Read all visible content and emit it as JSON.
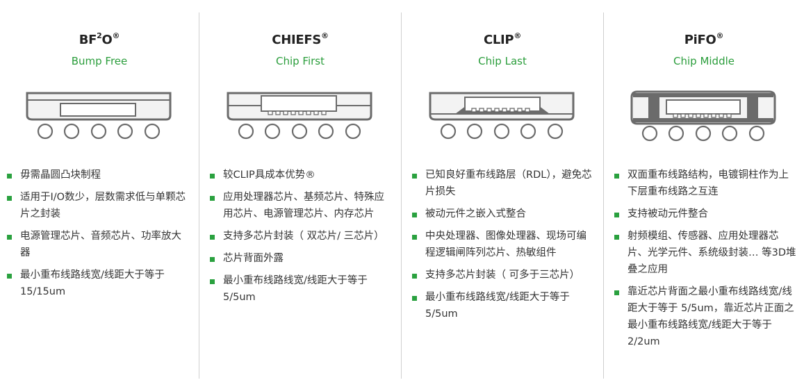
{
  "columns": [
    {
      "id": "bf2o",
      "title_main": "BF",
      "title_sup1": "2",
      "title_end": "O",
      "title_reg": "®",
      "subtitle": "Bump Free",
      "diagram_icon": "bf2o-package-icon",
      "features": [
        "毋需晶圆凸块制程",
        "适用于I/O数少，层数需求低与单颗芯片之封装",
        "电源管理芯片、音频芯片、功率放大器",
        "最小重布线路线宽/线距大于等于15/15um"
      ]
    },
    {
      "id": "chiefs",
      "title_main": "CHIEFS",
      "title_reg": "®",
      "subtitle": "Chip First",
      "diagram_icon": "chip-first-package-icon",
      "features": [
        "较CLIP具成本优势®",
        "应用处理器芯片、基频芯片、特殊应用芯片、电源管理芯片、内存芯片",
        "支持多芯片封装（ 双芯片/ 三芯片）",
        "芯片背面外露",
        "最小重布线路线宽/线距大于等于5/5um"
      ]
    },
    {
      "id": "clip",
      "title_main": "CLIP",
      "title_reg": "®",
      "subtitle": "Chip Last",
      "diagram_icon": "chip-last-package-icon",
      "features": [
        "已知良好重布线路层（RDL），避免芯片损失",
        "被动元件之嵌入式整合",
        "中央处理器、图像处理器、现场可编程逻辑闸阵列芯片、热敏组件",
        "支持多芯片封装（ 可多于三芯片）",
        "最小重布线路线宽/线距大于等于5/5um"
      ]
    },
    {
      "id": "pifo",
      "title_main": "PiFO",
      "title_reg": "®",
      "subtitle": "Chip Middle",
      "diagram_icon": "chip-middle-package-icon",
      "features": [
        "双面重布线路结构，电镀铜柱作为上下层重布线路之互连",
        "支持被动元件整合",
        "射频模组、传感器、应用处理器芯片、光学元件、系统级封装… 等3D堆叠之应用",
        "靠近芯片背面之最小重布线路线宽/线距大于等于 5/5um，靠近芯片正面之最小重布线路线宽/线距大于等于 2/2um"
      ]
    }
  ],
  "colors": {
    "accent": "#2aa13f",
    "subtitle": "#2a9d3b",
    "outline": "#6b6b6b"
  }
}
